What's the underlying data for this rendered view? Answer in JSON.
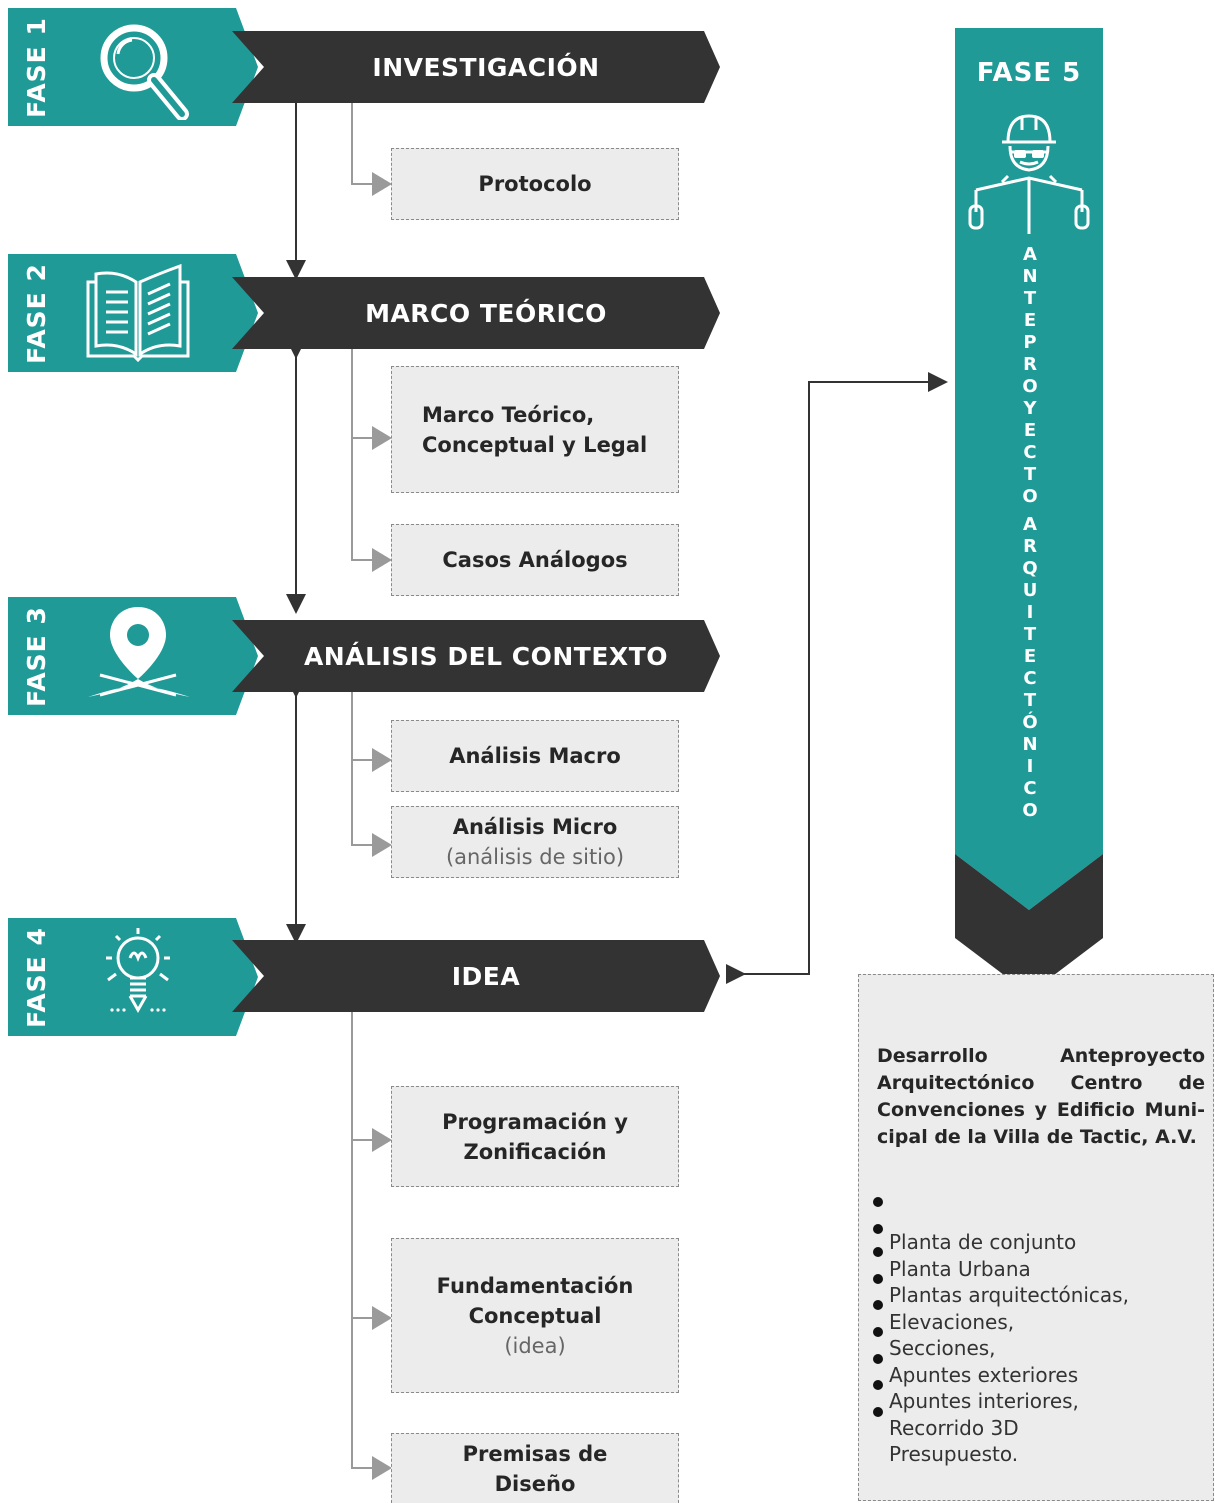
{
  "colors": {
    "teal": "#1f9a97",
    "dark": "#333334",
    "box_fill": "#ececec",
    "box_border": "#8a8a8a",
    "connector": "#8a8a8a"
  },
  "phases": [
    {
      "tag": "FASE 1",
      "title": "INVESTIGACIÓN",
      "icon": "magnifier-icon"
    },
    {
      "tag": "FASE 2",
      "title": "MARCO TEÓRICO",
      "icon": "open-book-icon"
    },
    {
      "tag": "FASE 3",
      "title": "ANÁLISIS DEL CONTEXTO",
      "icon": "location-pin-icon"
    },
    {
      "tag": "FASE 4",
      "title": "IDEA",
      "icon": "lightbulb-icon"
    }
  ],
  "boxes": {
    "protocolo": {
      "title": "Protocolo"
    },
    "marco": {
      "line1": "Marco Teórico,",
      "line2": "Conceptual y Legal"
    },
    "casos": {
      "title": "Casos Análogos"
    },
    "macro": {
      "title": "Análisis Macro"
    },
    "micro": {
      "title": "Análisis Micro",
      "sub": "(análisis de sitio)"
    },
    "programacion": {
      "line1": "Programación y",
      "line2": "Zonificación"
    },
    "fundamentacion": {
      "line1": "Fundamentación",
      "line2": "Conceptual",
      "sub": "(idea)"
    },
    "premisas": {
      "line1": "Premisas de",
      "line2": "Diseño"
    }
  },
  "fase5": {
    "tag": "FASE 5",
    "icon": "architect-reading-plans-icon",
    "vertical_text": "ANTEPROYECTO ARQUITECTÓNICO"
  },
  "deliverables": {
    "title": "Desarrollo Anteproyecto Arquitectónico Centro de Convenciones y Edificio Muni-cipal de la Villa de Tactic, A.V.",
    "items": [
      "Planta de conjunto",
      "Planta Urbana",
      "Plantas   arquitectónicas,",
      "Elevaciones,",
      "Secciones,",
      "Apuntes exteriores",
      "Apuntes interiores,",
      "Recorrido 3D",
      "Presupuesto."
    ]
  }
}
